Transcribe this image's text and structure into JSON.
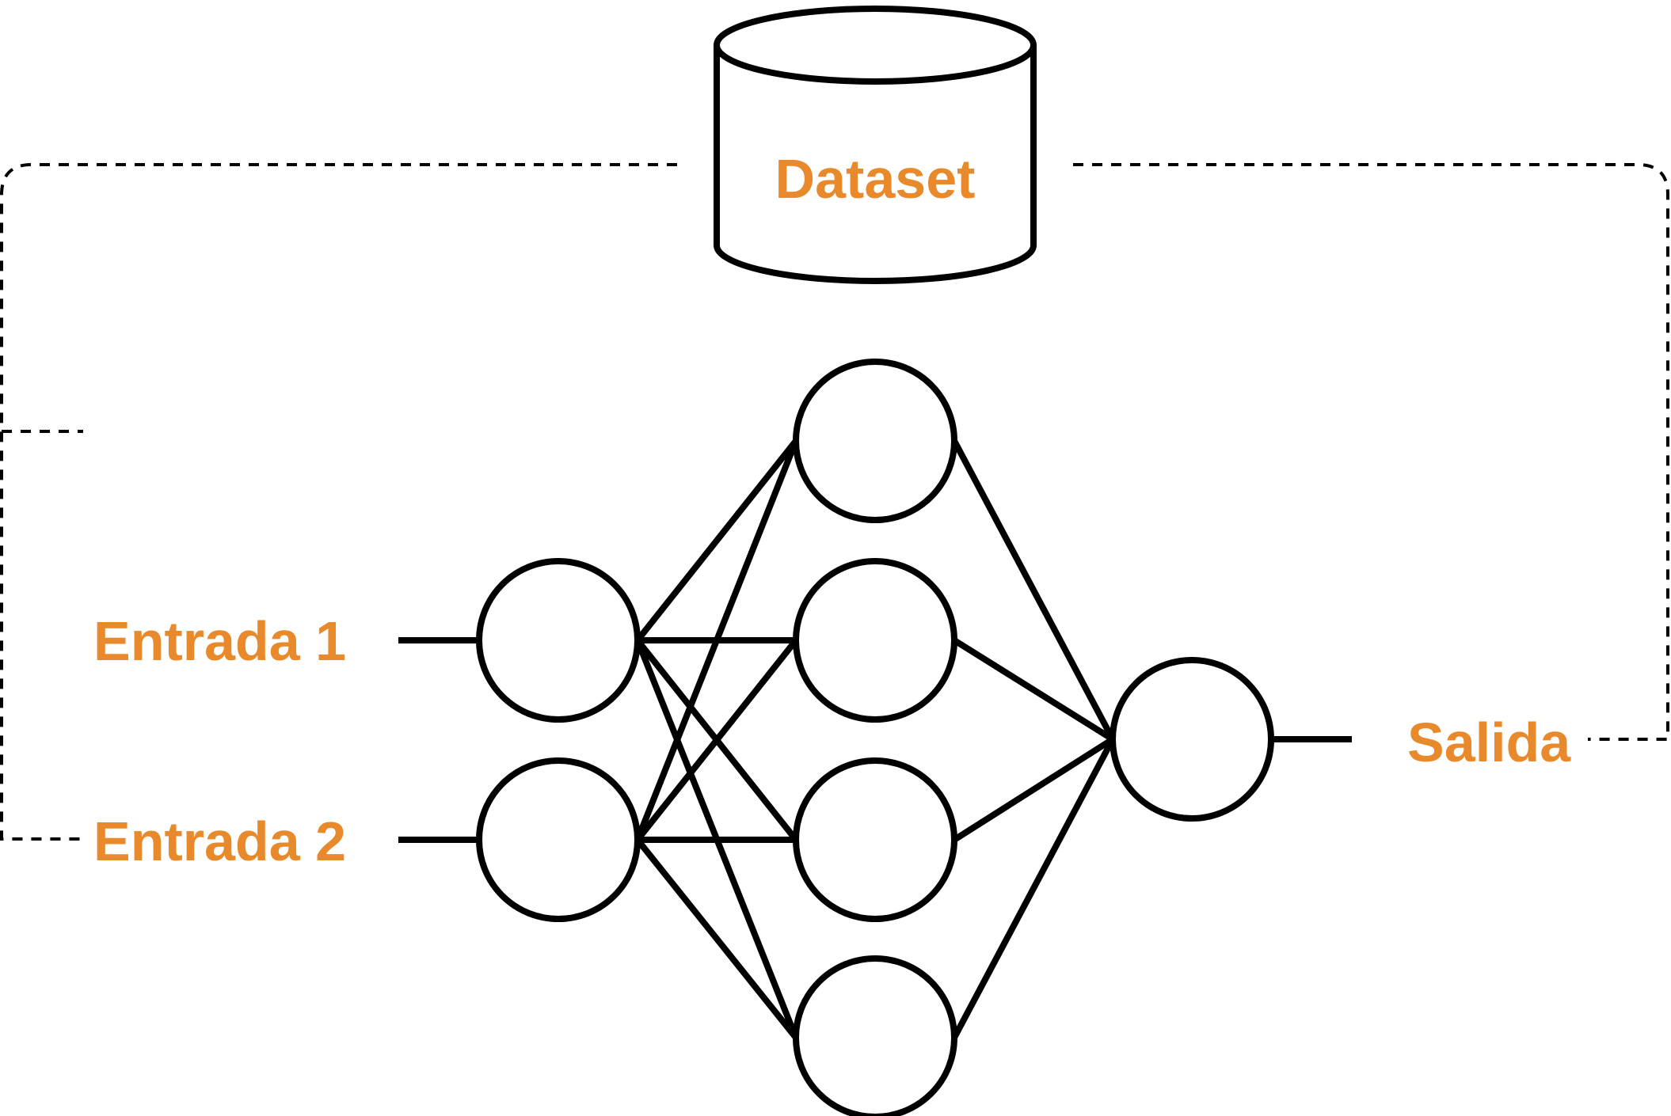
{
  "colors": {
    "stroke": "#000000",
    "label": "#E8892B",
    "background": "#ffffff"
  },
  "dataset": {
    "label": "Dataset"
  },
  "inputs": [
    {
      "label": "Entrada 1"
    },
    {
      "label": "Entrada 2"
    }
  ],
  "output": {
    "label": "Salida"
  },
  "network": {
    "layers": [
      2,
      4,
      1
    ]
  }
}
